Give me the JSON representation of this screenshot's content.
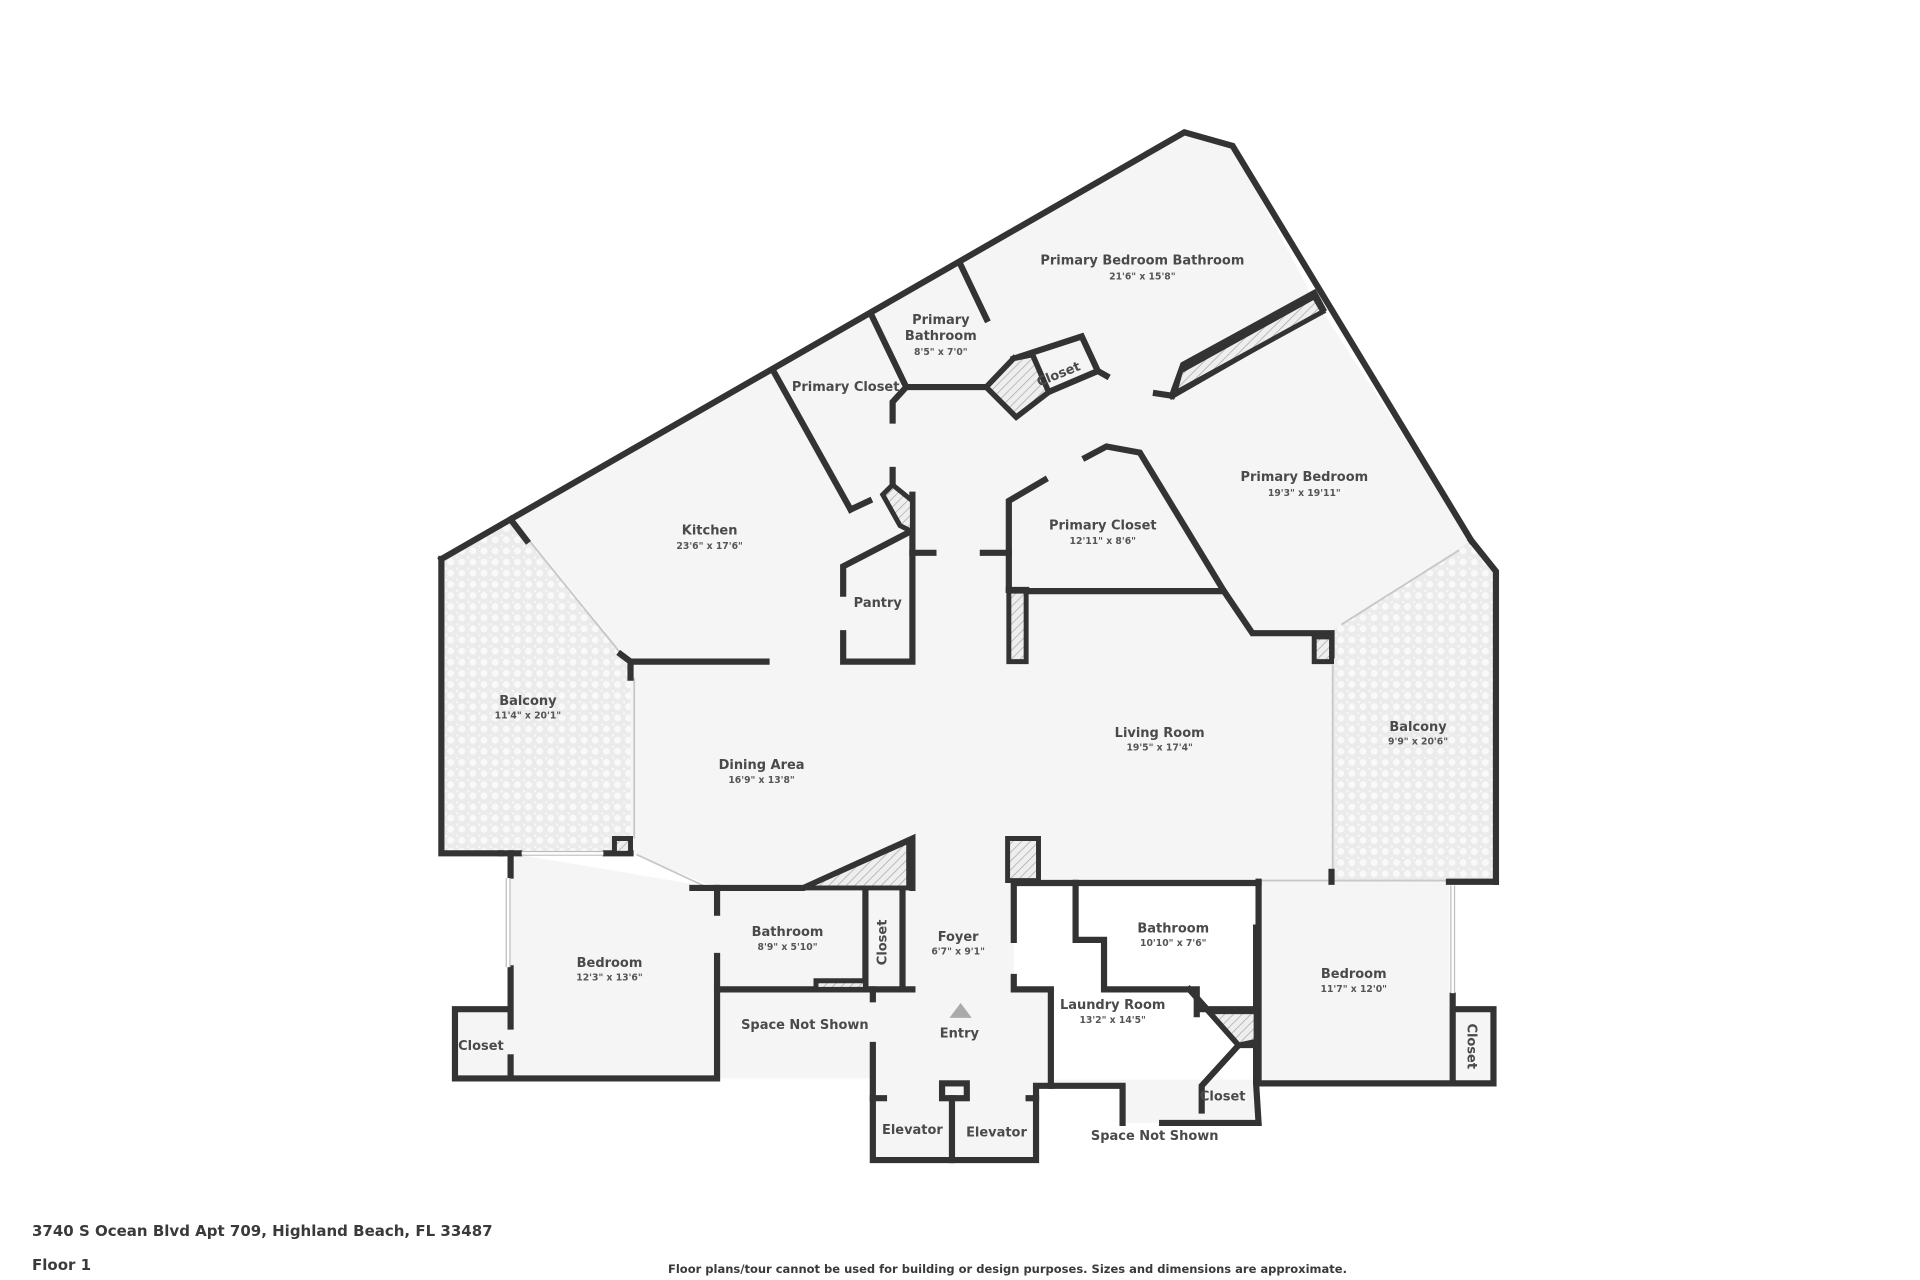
{
  "property": {
    "address": "3740 S Ocean Blvd Apt 709, Highland Beach, FL 33487",
    "floor": "Floor 1",
    "disclaimer": "Floor plans/tour cannot be used for building or design purposes. Sizes and dimensions are approximate."
  },
  "colors": {
    "wall": "#333333",
    "room_fill": "#f5f5f5",
    "balcony_fill": "#ebebeb",
    "label": "#4a4a4a",
    "entry_marker": "#aaaaaa"
  },
  "rooms": {
    "primary_bedroom_bathroom": {
      "name": "Primary Bedroom Bathroom",
      "dims": "21'6\" x 15'8\""
    },
    "primary_bathroom": {
      "name_line1": "Primary",
      "name_line2": "Bathroom",
      "dims": "8'5\" x 7'0\""
    },
    "primary_closet_top": {
      "name": "Primary Closet"
    },
    "closet_angled": {
      "name": "Closet"
    },
    "primary_bedroom": {
      "name": "Primary Bedroom",
      "dims": "19'3\" x 19'11\""
    },
    "primary_closet": {
      "name": "Primary Closet",
      "dims": "12'11\" x 8'6\""
    },
    "kitchen": {
      "name": "Kitchen",
      "dims": "23'6\" x 17'6\""
    },
    "pantry": {
      "name": "Pantry"
    },
    "balcony_left": {
      "name": "Balcony",
      "dims": "11'4\" x 20'1\""
    },
    "dining_area": {
      "name": "Dining Area",
      "dims": "16'9\" x 13'8\""
    },
    "living_room": {
      "name": "Living Room",
      "dims": "19'5\" x 17'4\""
    },
    "balcony_right": {
      "name": "Balcony",
      "dims": "9'9\" x 20'6\""
    },
    "bedroom_left": {
      "name": "Bedroom",
      "dims": "12'3\" x 13'6\""
    },
    "closet_left": {
      "name": "Closet"
    },
    "bathroom_left": {
      "name": "Bathroom",
      "dims": "8'9\" x 5'10\""
    },
    "closet_foyer": {
      "name": "Closet"
    },
    "foyer": {
      "name": "Foyer",
      "dims": "6'7\" x 9'1\""
    },
    "space_not_shown_left": {
      "name": "Space Not Shown"
    },
    "entry": {
      "name": "Entry"
    },
    "elevator_1": {
      "name": "Elevator"
    },
    "elevator_2": {
      "name": "Elevator"
    },
    "bathroom_right": {
      "name": "Bathroom",
      "dims": "10'10\" x 7'6\""
    },
    "laundry_room": {
      "name": "Laundry Room",
      "dims": "13'2\" x 14'5\""
    },
    "closet_laundry": {
      "name": "Closet"
    },
    "space_not_shown_right": {
      "name": "Space Not Shown"
    },
    "bedroom_right": {
      "name": "Bedroom",
      "dims": "11'7\" x 12'0\""
    },
    "closet_right": {
      "name": "Closet"
    }
  }
}
